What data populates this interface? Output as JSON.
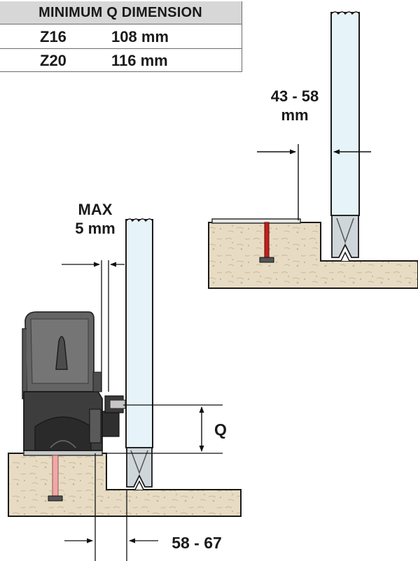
{
  "table": {
    "header": "MINIMUM Q DIMENSION",
    "rows": [
      {
        "label": "Z16",
        "value": "108 mm"
      },
      {
        "label": "Z20",
        "value": "116 mm"
      }
    ]
  },
  "labels": {
    "rack_distance_line1": "43 - 58",
    "rack_distance_line2": "mm",
    "max_gap_line1": "MAX",
    "max_gap_line2": "5 mm",
    "q_label": "Q",
    "bottom_distance": "58 - 67"
  },
  "colors": {
    "concrete": "#e7dcc3",
    "concrete_speck": "#cfc3a8",
    "gate_fill": "#e6f3f8",
    "bolt_red": "#c81e1e",
    "bolt_pink": "#f3a7a7",
    "motor_dark": "#4a4a4a",
    "motor_mid": "#6d6d6d",
    "table_header": "#d7d7d7"
  }
}
